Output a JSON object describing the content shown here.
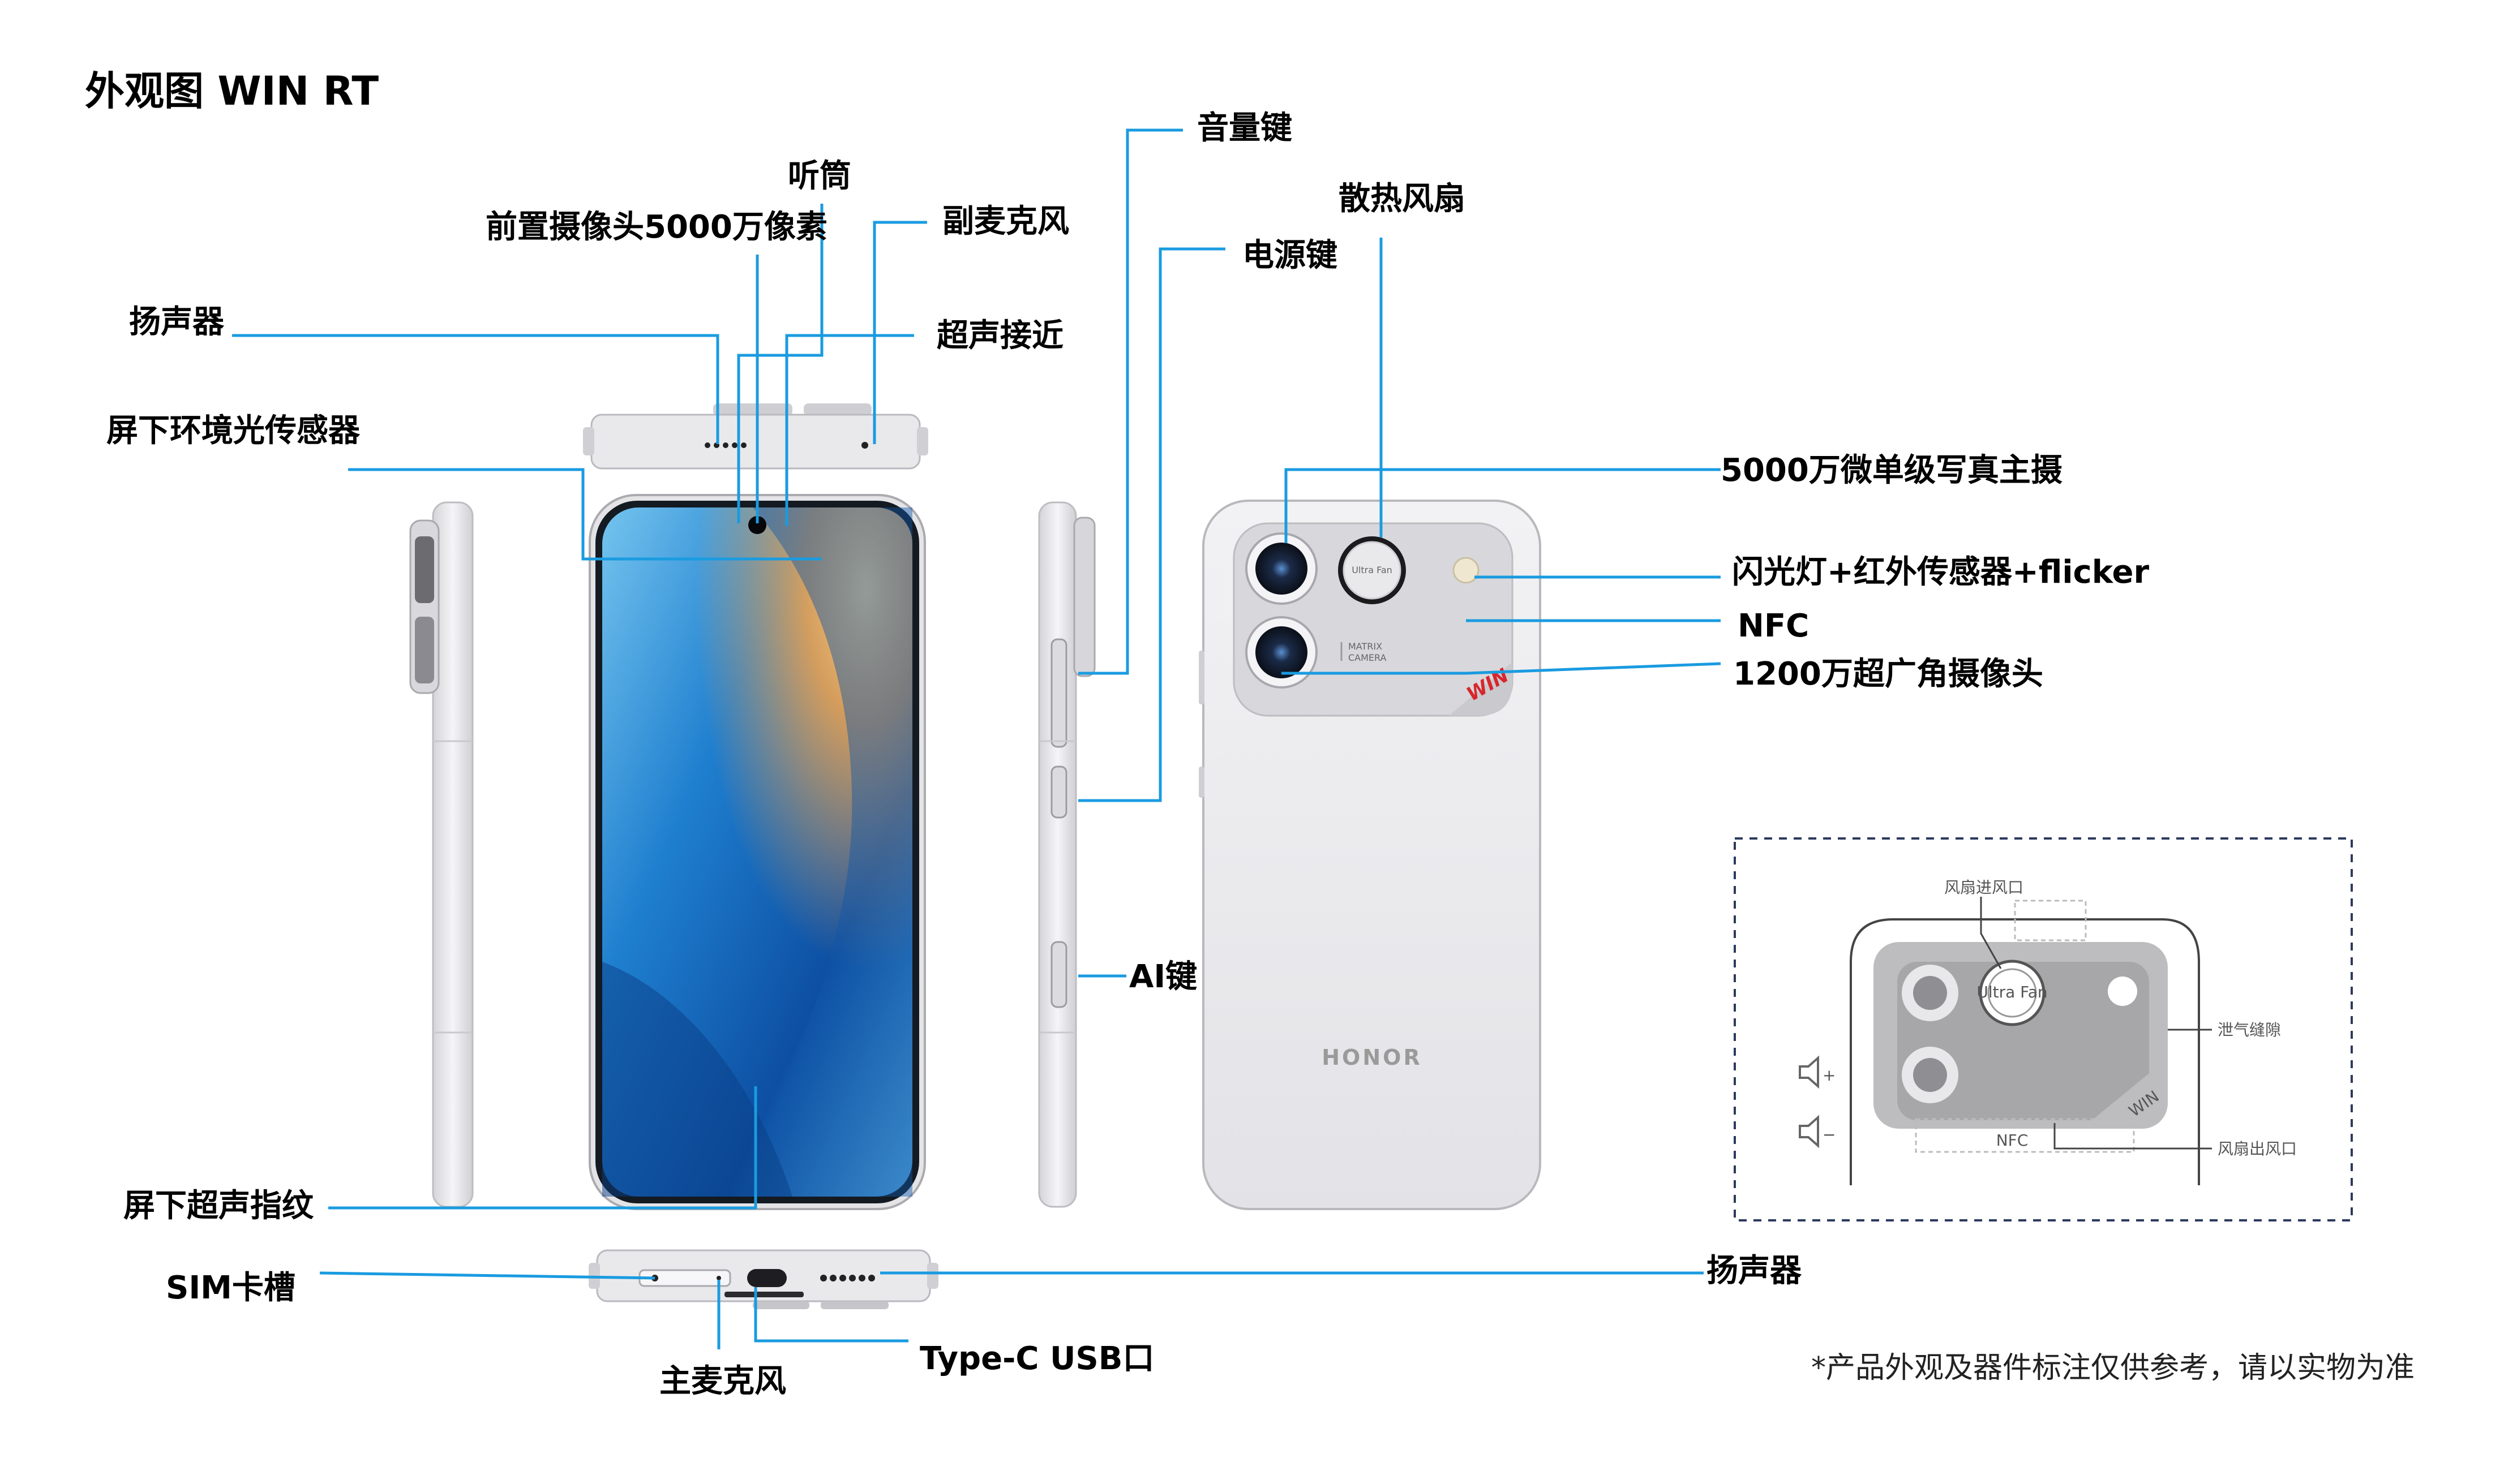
{
  "title": "外观图 WIN RT",
  "labels": {
    "speaker_top": "扬声器",
    "ambient_sensor": "屏下环境光传感器",
    "front_camera": "前置摄像头5000万像素",
    "earpiece": "听筒",
    "secondary_mic": "副麦克风",
    "ultrasonic_proximity": "超声接近",
    "volume_key": "音量键",
    "power_key": "电源键",
    "cooling_fan": "散热风扇",
    "main_camera": "5000万微单级写真主摄",
    "flash_ir_flicker": "闪光灯+红外传感器+flicker",
    "nfc": "NFC",
    "ultrawide_camera": "1200万超广角摄像头",
    "ai_key": "AI键",
    "fingerprint": "屏下超声指纹",
    "sim_tray": "SIM卡槽",
    "main_mic": "主麦克风",
    "usb": "Type-C USB口",
    "speaker_bottom": "扬声器"
  },
  "inset": {
    "fan_inlet": "风扇进风口",
    "vent_gap": "泄气缝隙",
    "fan_outlet": "风扇出风口",
    "nfc": "NFC",
    "fan_lens_text": "Ultra Fan",
    "win_text": "WIN",
    "volume_plus": "+",
    "volume_minus": "−"
  },
  "back": {
    "brand": "HONOR",
    "fan_lens_text": "Ultra Fan",
    "camera_text_1": "MATRIX",
    "camera_text_2": "CAMERA",
    "win_text": "WIN"
  },
  "disclaimer": "*产品外观及器件标注仅供参考，请以实物为准",
  "colors": {
    "callout": "#1a9be0",
    "inset_border": "#2c3a5e",
    "win_red": "#d7262c"
  }
}
